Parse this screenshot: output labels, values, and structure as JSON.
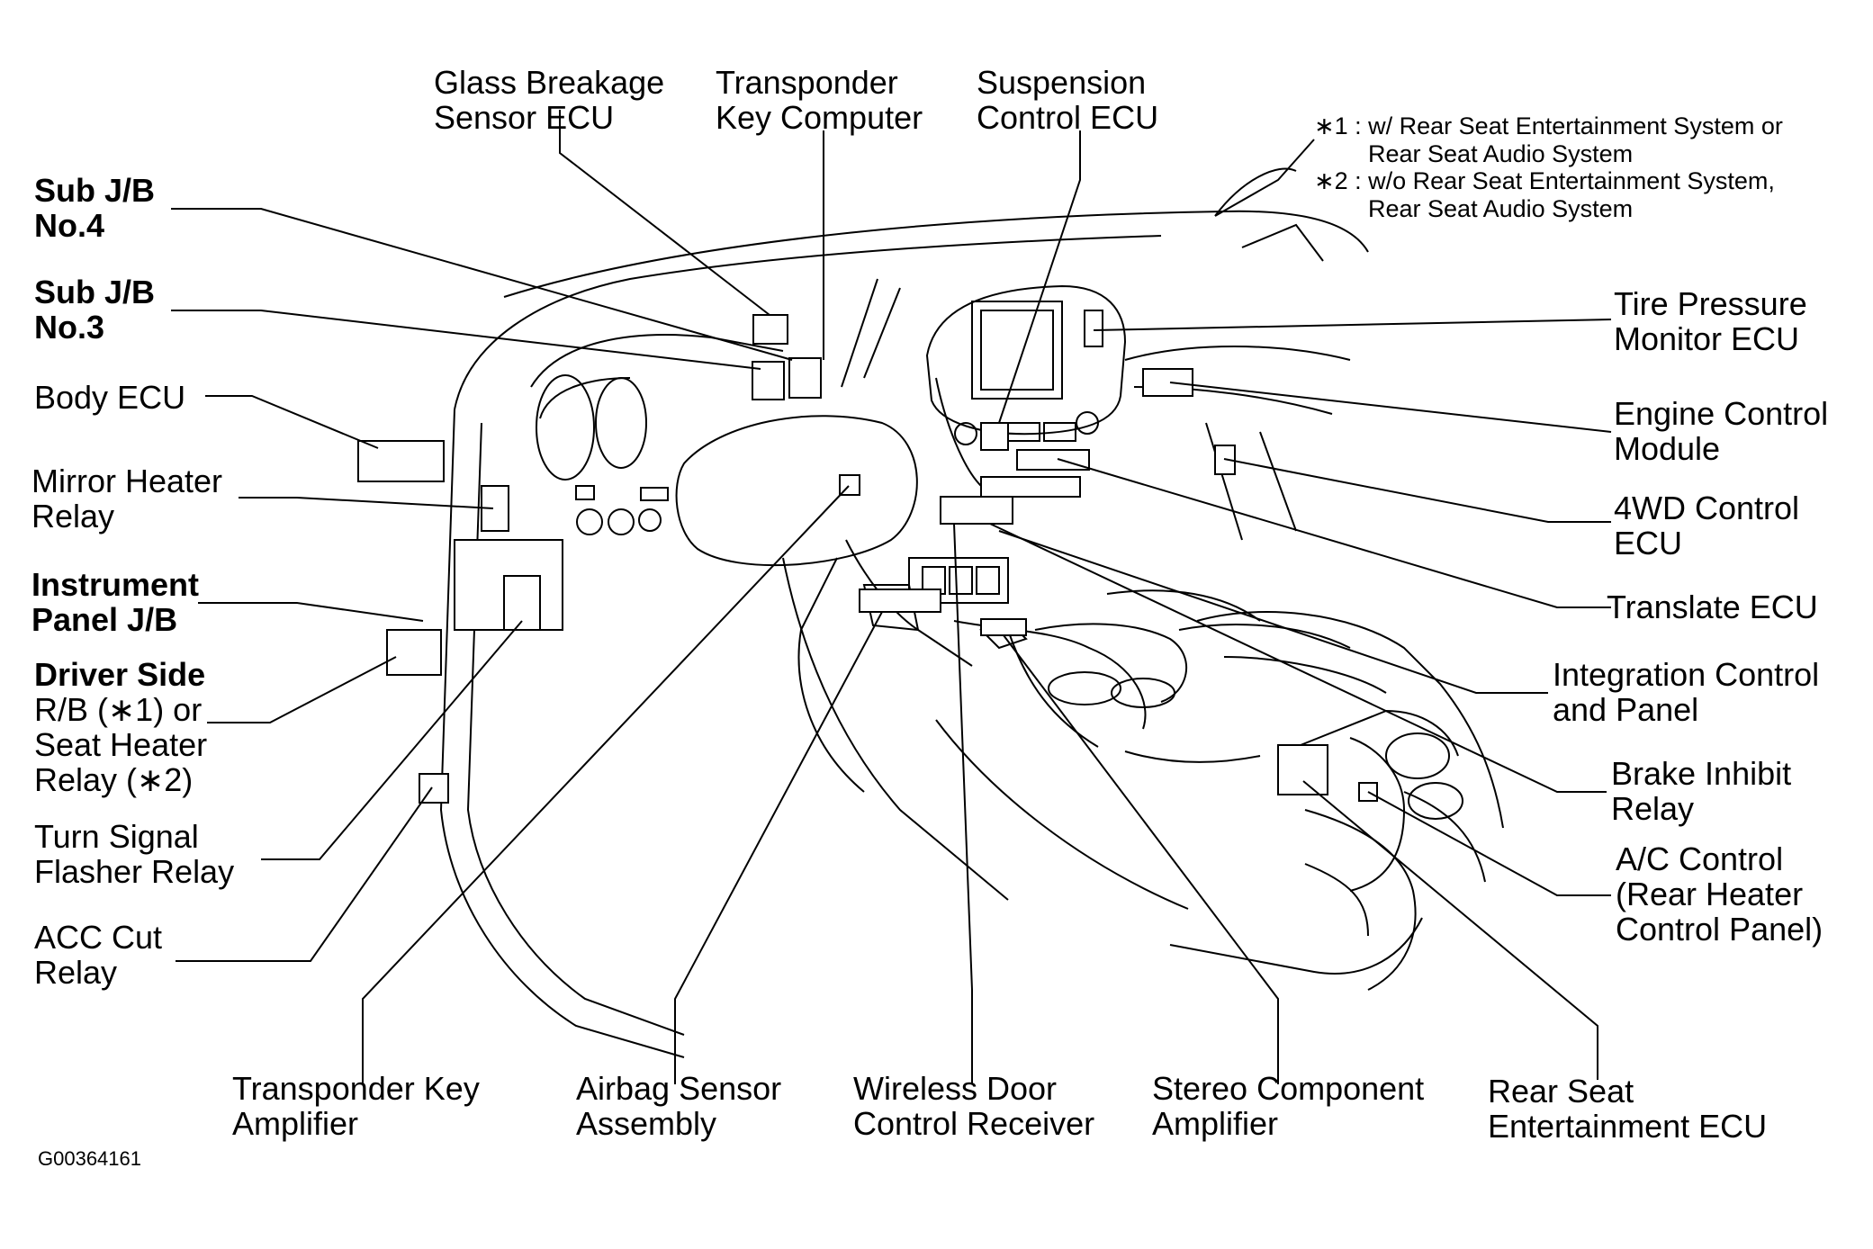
{
  "labels": {
    "glass_breakage": [
      "Glass Breakage",
      "Sensor ECU"
    ],
    "transponder_key_computer": [
      "Transponder",
      "Key Computer"
    ],
    "suspension_control": [
      "Suspension",
      "Control ECU"
    ],
    "sub_jb_no4": [
      "Sub J/B",
      "No.4"
    ],
    "sub_jb_no3": [
      "Sub J/B",
      "No.3"
    ],
    "body_ecu": [
      "Body ECU"
    ],
    "mirror_heater": [
      "Mirror Heater",
      "Relay"
    ],
    "instrument_panel_jb": [
      "Instrument",
      "Panel J/B"
    ],
    "driver_side_rb": [
      "Driver Side",
      "R/B (∗1) or",
      "Seat Heater",
      "Relay (∗2)"
    ],
    "turn_signal": [
      "Turn Signal",
      "Flasher Relay"
    ],
    "acc_cut": [
      "ACC Cut",
      "Relay"
    ],
    "transponder_key_amp": [
      "Transponder Key",
      "Amplifier"
    ],
    "airbag_sensor": [
      "Airbag Sensor",
      "Assembly"
    ],
    "wireless_door": [
      "Wireless Door",
      "Control Receiver"
    ],
    "stereo_component": [
      "Stereo Component",
      "Amplifier"
    ],
    "rear_seat_ent": [
      "Rear Seat",
      "Entertainment ECU"
    ],
    "tire_pressure": [
      "Tire Pressure",
      "Monitor ECU"
    ],
    "engine_control": [
      "Engine Control",
      "Module"
    ],
    "fourwd_control": [
      "4WD Control",
      "ECU"
    ],
    "translate_ecu": [
      "Translate ECU"
    ],
    "integration_control": [
      "Integration Control",
      "and Panel"
    ],
    "brake_inhibit": [
      "Brake Inhibit",
      "Relay"
    ],
    "ac_control": [
      "A/C Control",
      "(Rear Heater",
      "Control Panel)"
    ]
  },
  "notes": [
    "∗1 : w/ Rear Seat Entertainment System or",
    "Rear Seat Audio System",
    "∗2 : w/o Rear Seat Entertainment System,",
    "Rear Seat Audio System"
  ],
  "figure_code": "G00364161"
}
